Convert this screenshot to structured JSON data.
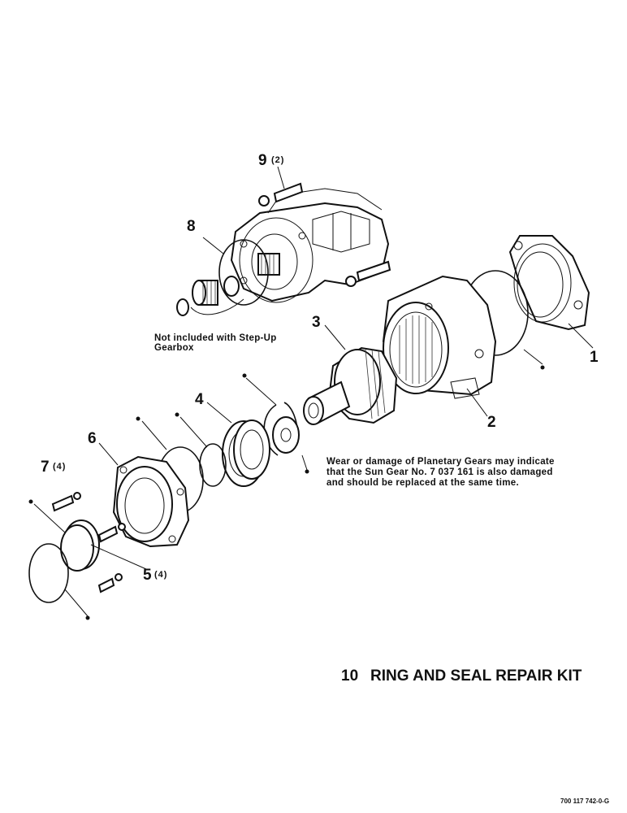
{
  "callouts": {
    "c1": "1",
    "c2": "2",
    "c3": "3",
    "c4": "4",
    "c5": "5",
    "c5_qty": "(4)",
    "c6": "6",
    "c7": "7",
    "c7_qty": "(4)",
    "c8": "8",
    "c9": "9",
    "c9_qty": "(2)"
  },
  "notes": {
    "stepup_line1": "Not included with Step-Up",
    "stepup_line2": "Gearbox",
    "planetary_line1": "Wear or damage of Planetary Gears may indicate",
    "planetary_line2": "that the Sun Gear No. 7 037 161 is also damaged",
    "planetary_line3": "and should be replaced at the same time."
  },
  "kit": {
    "number": "10",
    "label": "RING AND SEAL REPAIR KIT"
  },
  "document_number": "700 117 742-0-G"
}
